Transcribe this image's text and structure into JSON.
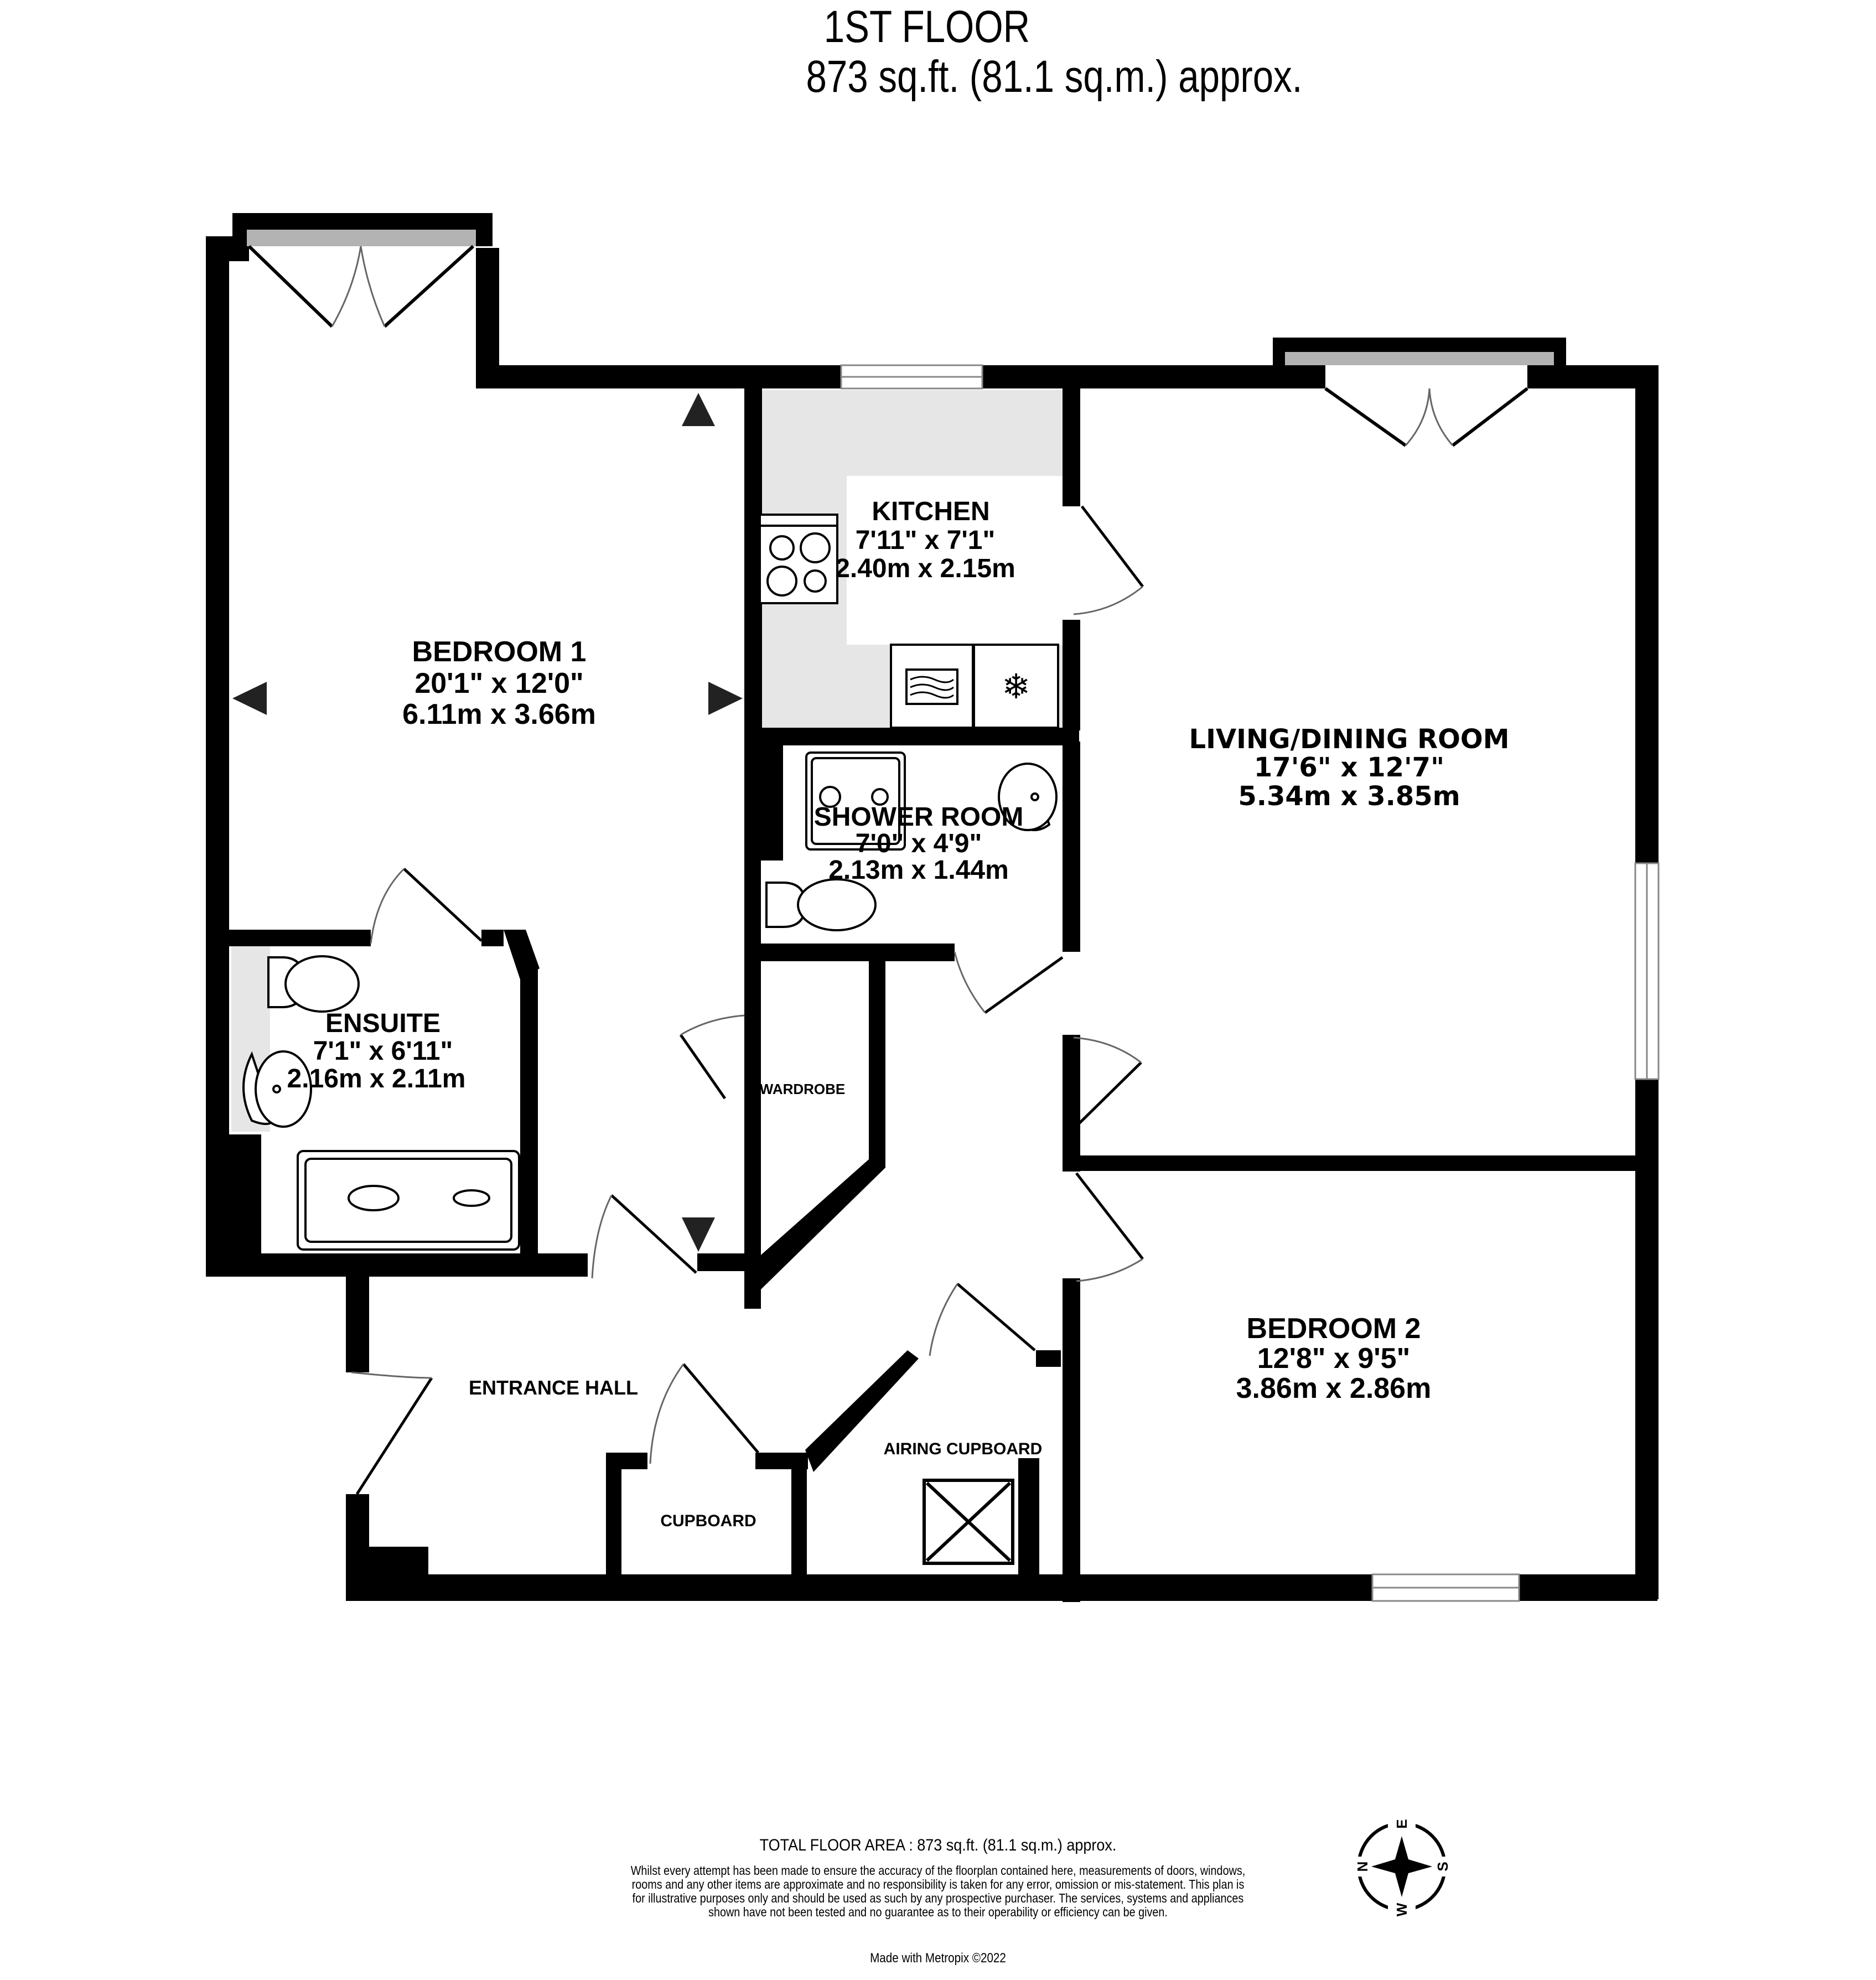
{
  "header": {
    "floor_title": "1ST FLOOR",
    "floor_area": "873 sq.ft. (81.1 sq.m.) approx."
  },
  "rooms": {
    "bedroom1": {
      "name": "BEDROOM 1",
      "imperial": "20'1\"  x 12'0\"",
      "metric": "6.11m  x 3.66m"
    },
    "kitchen": {
      "name": "KITCHEN",
      "imperial": "7'11\"  x 7'1\"",
      "metric": "2.40m  x 2.15m"
    },
    "living": {
      "name": "LIVING/DINING ROOM",
      "imperial": "17'6\"  x 12'7\"",
      "metric": "5.34m  x 3.85m"
    },
    "shower": {
      "name": "SHOWER ROOM",
      "imperial": "7'0\"  x 4'9\"",
      "metric": "2.13m  x 1.44m"
    },
    "ensuite": {
      "name": "ENSUITE",
      "imperial": "7'1\"  x 6'11\"",
      "metric": "2.16m  x 2.11m"
    },
    "bedroom2": {
      "name": "BEDROOM 2",
      "imperial": "12'8\"  x 9'5\"",
      "metric": "3.86m  x 2.86m"
    },
    "wardrobe": {
      "name": "WARDROBE"
    },
    "entrance_hall": {
      "name": "ENTRANCE HALL"
    },
    "cupboard": {
      "name": "CUPBOARD"
    },
    "airing_cupboard": {
      "name": "AIRING CUPBOARD"
    }
  },
  "compass": {
    "n": "N",
    "e": "E",
    "s": "S",
    "w": "W"
  },
  "footer": {
    "total_area": "TOTAL FLOOR AREA : 873 sq.ft. (81.1 sq.m.) approx.",
    "disclaimer": "Whilst every attempt has been made to ensure the accuracy of the floorplan contained here, measurements of doors, windows, rooms and any other items are approximate and no responsibility is taken for any error, omission or mis-statement. This plan is for illustrative purposes only and should be used as such by any prospective purchaser. The services, systems and appliances shown have not been tested and no guarantee as to their operability or efficiency can be given.",
    "made_with": "Made with Metropix ©2022"
  },
  "colors": {
    "wall": "#000000",
    "kitchen_floor": "#e6e6e6",
    "balcony_glass": "#b3b3b3",
    "arrow": "#222222"
  }
}
